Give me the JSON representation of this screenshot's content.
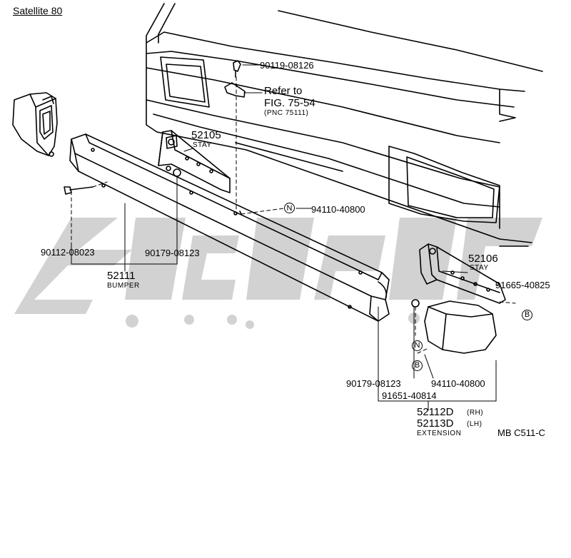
{
  "page": {
    "title": "Satellite 80"
  },
  "labels": {
    "p90119": "90119-08126",
    "refer_line1": "Refer to",
    "refer_line2": "FIG. 75-54",
    "refer_line3": "(PNC 75111)",
    "p52105": "52105",
    "stay1": "STAY",
    "p94110_top": "94110-40800",
    "p90112": "90112-08023",
    "p90179_left": "90179-08123",
    "p52111": "52111",
    "bumper": "BUMPER",
    "p52106": "52106",
    "stay2": "STAY",
    "p91665": "91665-40825",
    "p90179_right": "90179-08123",
    "p94110_right": "94110-40800",
    "p91651": "91651-40814",
    "p52112": "52112D",
    "rh": "(RH)",
    "p52113": "52113D",
    "lh": "(LH)",
    "extension": "EXTENSION",
    "code": "MB  C511-C"
  },
  "symbols": {
    "nut": "N",
    "bolt": "B"
  },
  "colors": {
    "line": "#000000",
    "watermark": "#d2d2d2"
  },
  "watermark": {
    "kind": "logo"
  }
}
